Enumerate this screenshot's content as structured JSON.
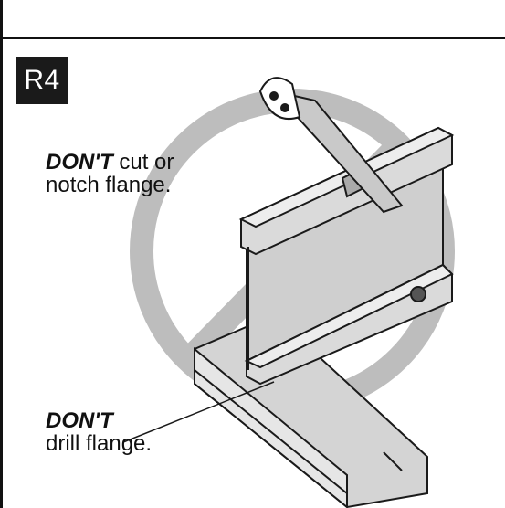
{
  "step": {
    "badge": "R4"
  },
  "warnings": [
    {
      "emphasis": "DON'T",
      "rest_line1": " cut or",
      "line2": "notch flange."
    },
    {
      "emphasis": "DON'T",
      "line2": "drill flange."
    }
  ],
  "colors": {
    "prohibition_symbol": "#b9b9b9",
    "lumber": "#d8d8d8",
    "outline": "#1a1a1a",
    "badge_bg": "#1a1a1a"
  },
  "icons": [
    "prohibition-sign-icon",
    "hand-saw-icon",
    "drill-hole-icon"
  ]
}
